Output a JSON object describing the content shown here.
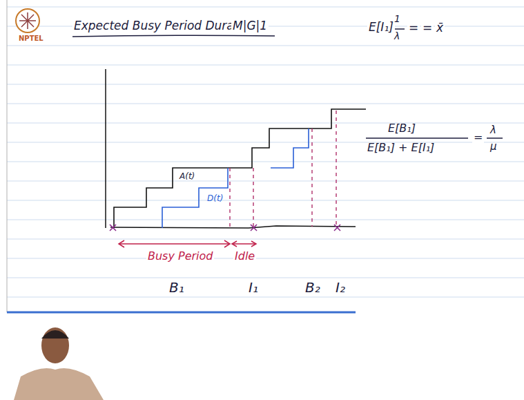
{
  "diagram": {
    "title": "Expected Busy Period Duration",
    "labels": [
      "NPTEL",
      "M|G|1",
      "E[I₁]",
      "=",
      "1",
      "λ",
      "=",
      "x̄",
      "E[B₁]",
      "E[B₁] + E[I₁]",
      "=",
      "λ",
      "μ",
      "A(t)",
      "D(t)",
      "Busy Period",
      "Idle",
      "B₁",
      "I₁",
      "B₂",
      "I₂"
    ]
  }
}
